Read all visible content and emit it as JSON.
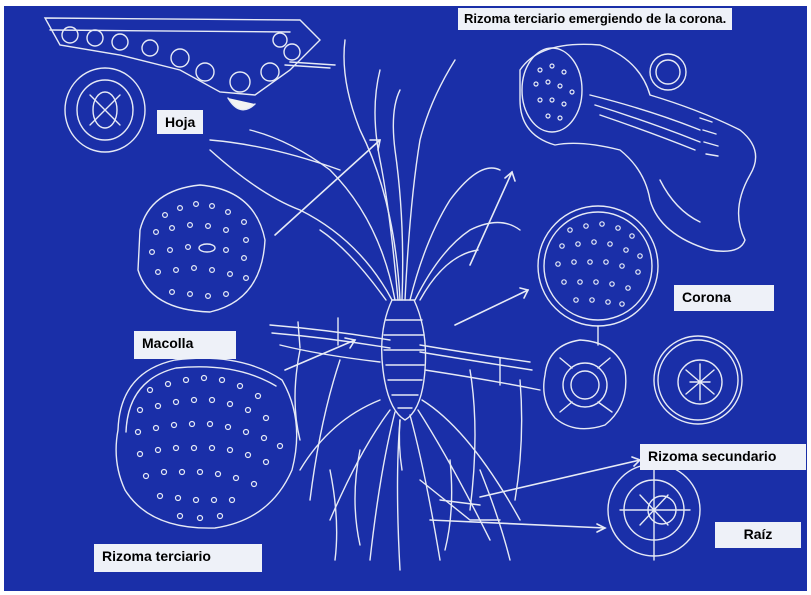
{
  "labels": {
    "hoja": "Hoja",
    "rizoma_terciario_emergiendo": "Rizoma terciario emergiendo de la corona.",
    "macolla": "Macolla",
    "corona": "Corona",
    "rizoma_secundario": "Rizoma secundario",
    "raiz": "Raíz",
    "rizoma_terciario": "Rizoma terciario"
  },
  "colors": {
    "board": "#1a2fa8",
    "line": "#e6eaf6",
    "label_bg": "#eef1f8"
  }
}
